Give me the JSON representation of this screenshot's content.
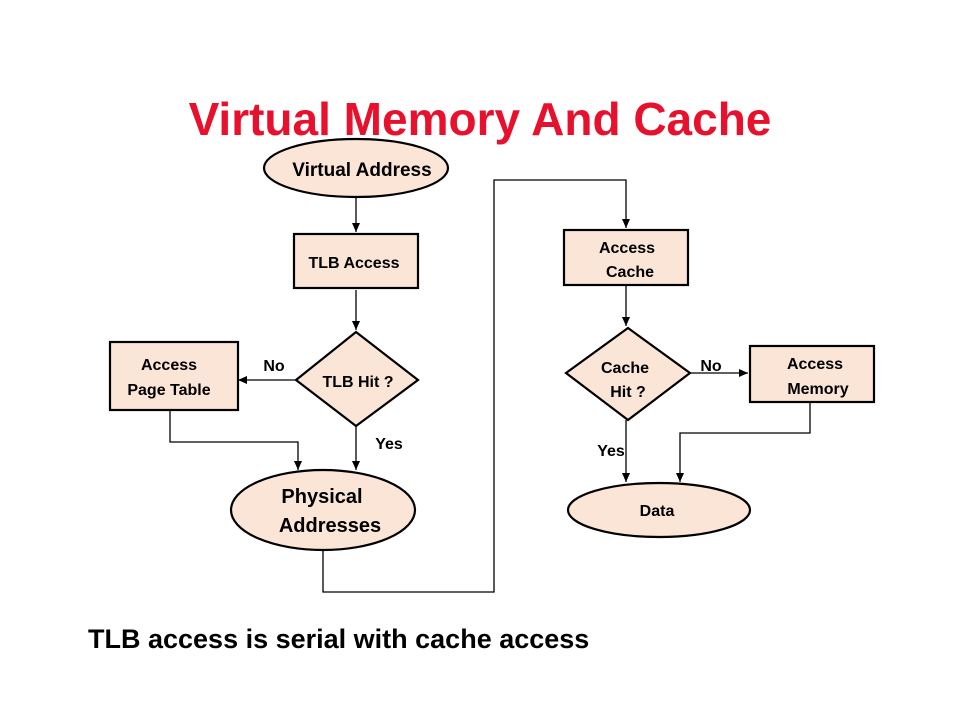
{
  "slide": {
    "title": "Virtual Memory And Cache",
    "caption": "TLB access is serial with cache access",
    "colors": {
      "title": "#e8112d",
      "node_fill": "#fbe5d6",
      "line": "#000000"
    }
  },
  "nodes": {
    "virtual_address": "Virtual Address",
    "tlb_access": "TLB Access",
    "tlb_hit": "TLB Hit ?",
    "access_page_table": [
      "Access",
      "Page Table"
    ],
    "physical_addresses": [
      "Physical",
      "Addresses"
    ],
    "access_cache": [
      "Access",
      "Cache"
    ],
    "cache_hit": [
      "Cache",
      "Hit ?"
    ],
    "access_memory": [
      "Access",
      "Memory"
    ],
    "data": "Data"
  },
  "edge_labels": {
    "tlb_no": "No",
    "tlb_yes": "Yes",
    "cache_no": "No",
    "cache_yes": "Yes"
  }
}
